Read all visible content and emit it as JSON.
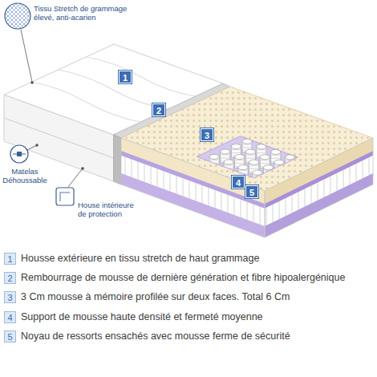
{
  "diagram": {
    "labels": [
      "Tissu Stretch de grammage élevé, anti-acarien",
      "1",
      "2",
      "3",
      "Matelas Déhoussable",
      "House intérieure de protection",
      "4",
      "5",
      "1",
      "Housse extérieure en tissu stretch de haut grammage",
      "2",
      "Rembourrage de mousse de dernière génération et fibre hipoalergénique",
      "3",
      "3 Cm mousse à mémoire profilée sur deux faces. Total 6 Cm",
      "4",
      "Support de mousse haute densité et fermeté moyenne",
      "5",
      "Noyau de ressorts ensachés avec mousse ferme de sécurité"
    ]
  }
}
